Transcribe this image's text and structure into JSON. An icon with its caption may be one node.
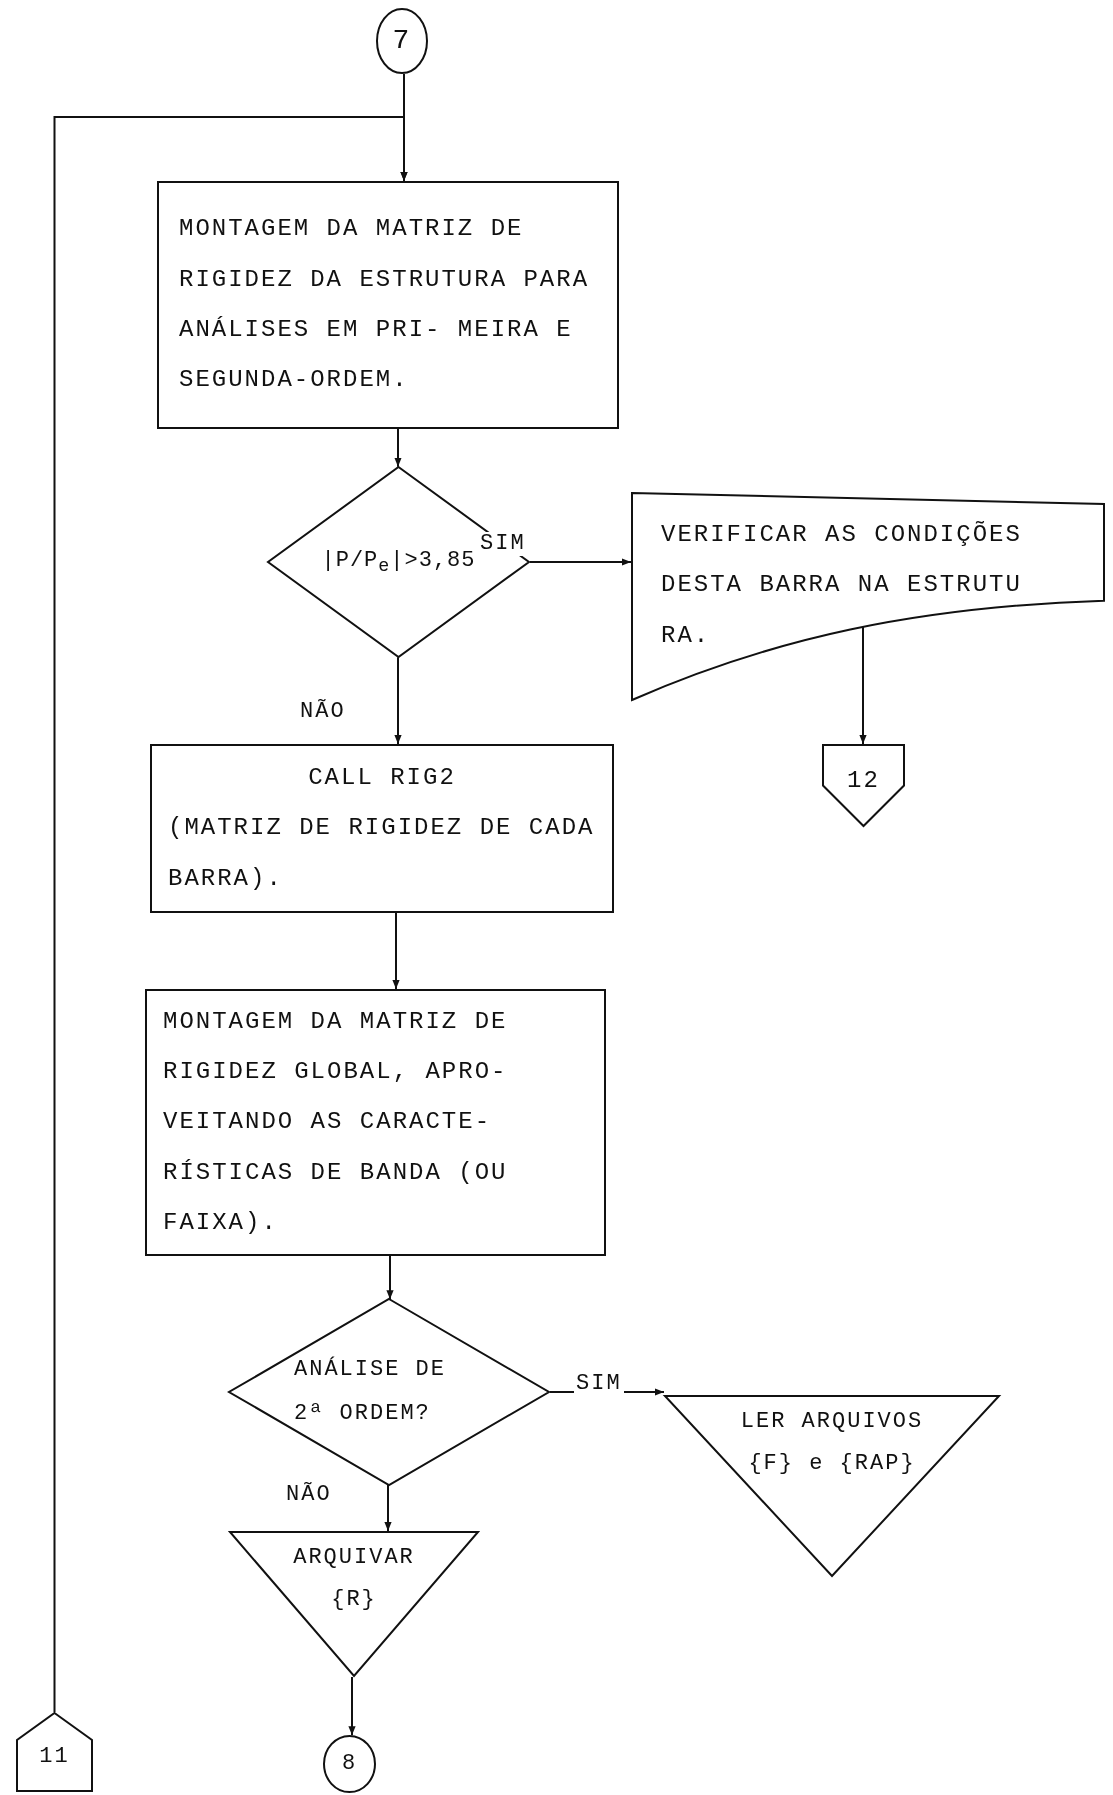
{
  "diagram": {
    "nodes": [
      {
        "text": [
          "7"
        ]
      },
      {
        "text": [
          "MONTAGEM DA MATRIZ DE RIGIDEZ DA ESTRUTURA PARA ANÁLISES EM PRI- MEIRA E SEGUNDA-ORDEM."
        ]
      },
      {
        "text": [
          "|P/P$_{e}$|>3,85"
        ]
      },
      {
        "text": [
          "VERIFICAR AS CONDIÇÕES DESTA BARRA NA ESTRUTU RA."
        ]
      },
      {
        "text": [
          "12"
        ]
      },
      {
        "text": [
          "CALL RIG2",
          "(MATRIZ DE RIGIDEZ DE CADA BARRA)."
        ]
      },
      {
        "text": [
          "MONTAGEM DA MATRIZ DE RIGIDEZ GLOBAL, APRO- VEITANDO AS CARACTE- RÍSTICAS DE BANDA (OU FAIXA)."
        ]
      },
      {
        "text": [
          "ANÁLISE DE 2ª ORDEM?"
        ]
      },
      {
        "text": [
          "ARQUIVAR {R}"
        ]
      },
      {
        "text": [
          "LER ARQUIVOS {F} e {RAP}"
        ]
      },
      {
        "text": [
          "8"
        ]
      },
      {
        "text": [
          "11"
        ]
      }
    ],
    "edges": [
      {
        "from": 0,
        "to": 1,
        "arrow": "to"
      },
      {
        "from": 11,
        "to": 1,
        "arrow": "to"
      },
      {
        "from": 1,
        "to": 2,
        "arrow": "to"
      },
      {
        "from": 2,
        "to": 3,
        "arrow": "to",
        "label": "SIM"
      },
      {
        "from": 2,
        "to": 5,
        "arrow": "to",
        "label": "NÃO"
      },
      {
        "from": 3,
        "to": 4,
        "arrow": "to"
      },
      {
        "from": 5,
        "to": 6,
        "arrow": "to"
      },
      {
        "from": 6,
        "to": 7,
        "arrow": "to"
      },
      {
        "from": 7,
        "to": 9,
        "arrow": "to",
        "label": "SIM"
      },
      {
        "from": 7,
        "to": 8,
        "arrow": "to",
        "label": "NÃO"
      },
      {
        "from": 8,
        "to": 10,
        "arrow": "to"
      }
    ]
  }
}
